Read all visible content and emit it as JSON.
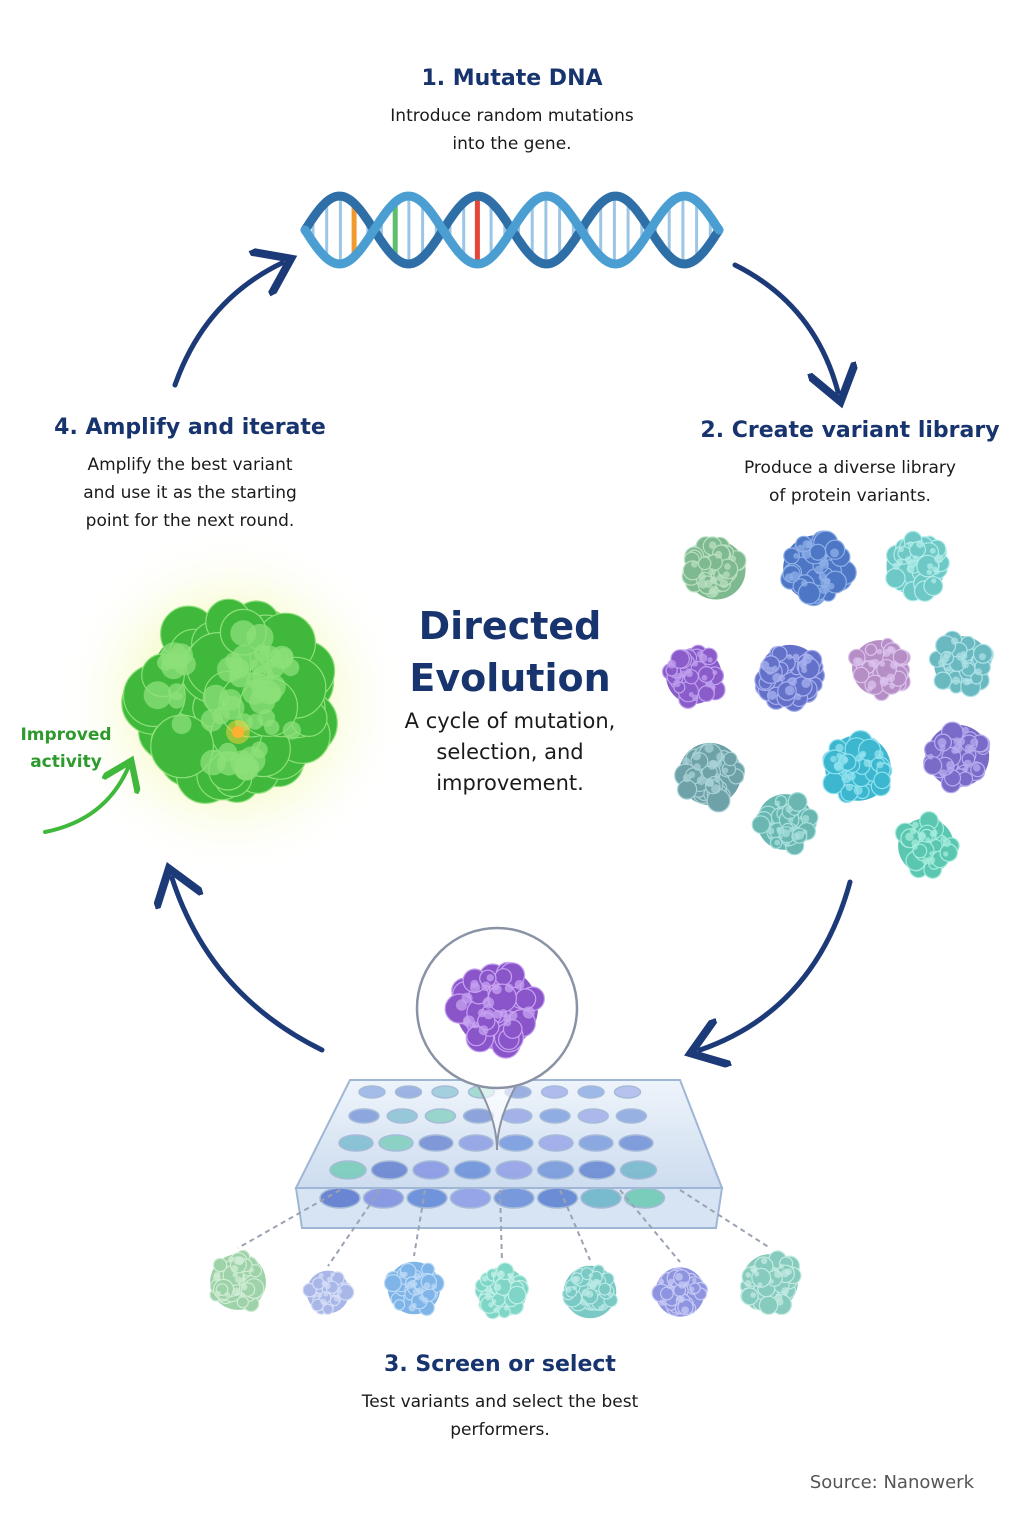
{
  "center": {
    "title_line1": "Directed",
    "title_line2": "Evolution",
    "desc_line1": "A cycle of mutation,",
    "desc_line2": "selection, and",
    "desc_line3": "improvement."
  },
  "steps": [
    {
      "title": "1. Mutate DNA",
      "desc_line1": "Introduce random mutations",
      "desc_line2": "into the gene."
    },
    {
      "title": "2. Create variant library",
      "desc_line1": "Produce a diverse library",
      "desc_line2": "of protein variants."
    },
    {
      "title": "3. Screen or select",
      "desc_line1": "Test variants and select the best",
      "desc_line2": "performers."
    },
    {
      "title": "4. Amplify and iterate",
      "desc_line1": "Amplify the best variant",
      "desc_line2": "and use it as the starting",
      "desc_line3": "point for the next round."
    }
  ],
  "annotation": {
    "line1": "Improved",
    "line2": "activity"
  },
  "source": "Source: Nanowerk",
  "colors": {
    "heading": "#18346e",
    "arrow": "#1d3a78",
    "improved": "#2e9a2e",
    "green_protein": "#3fb83c",
    "dna_strand": "#3f8fc4"
  }
}
